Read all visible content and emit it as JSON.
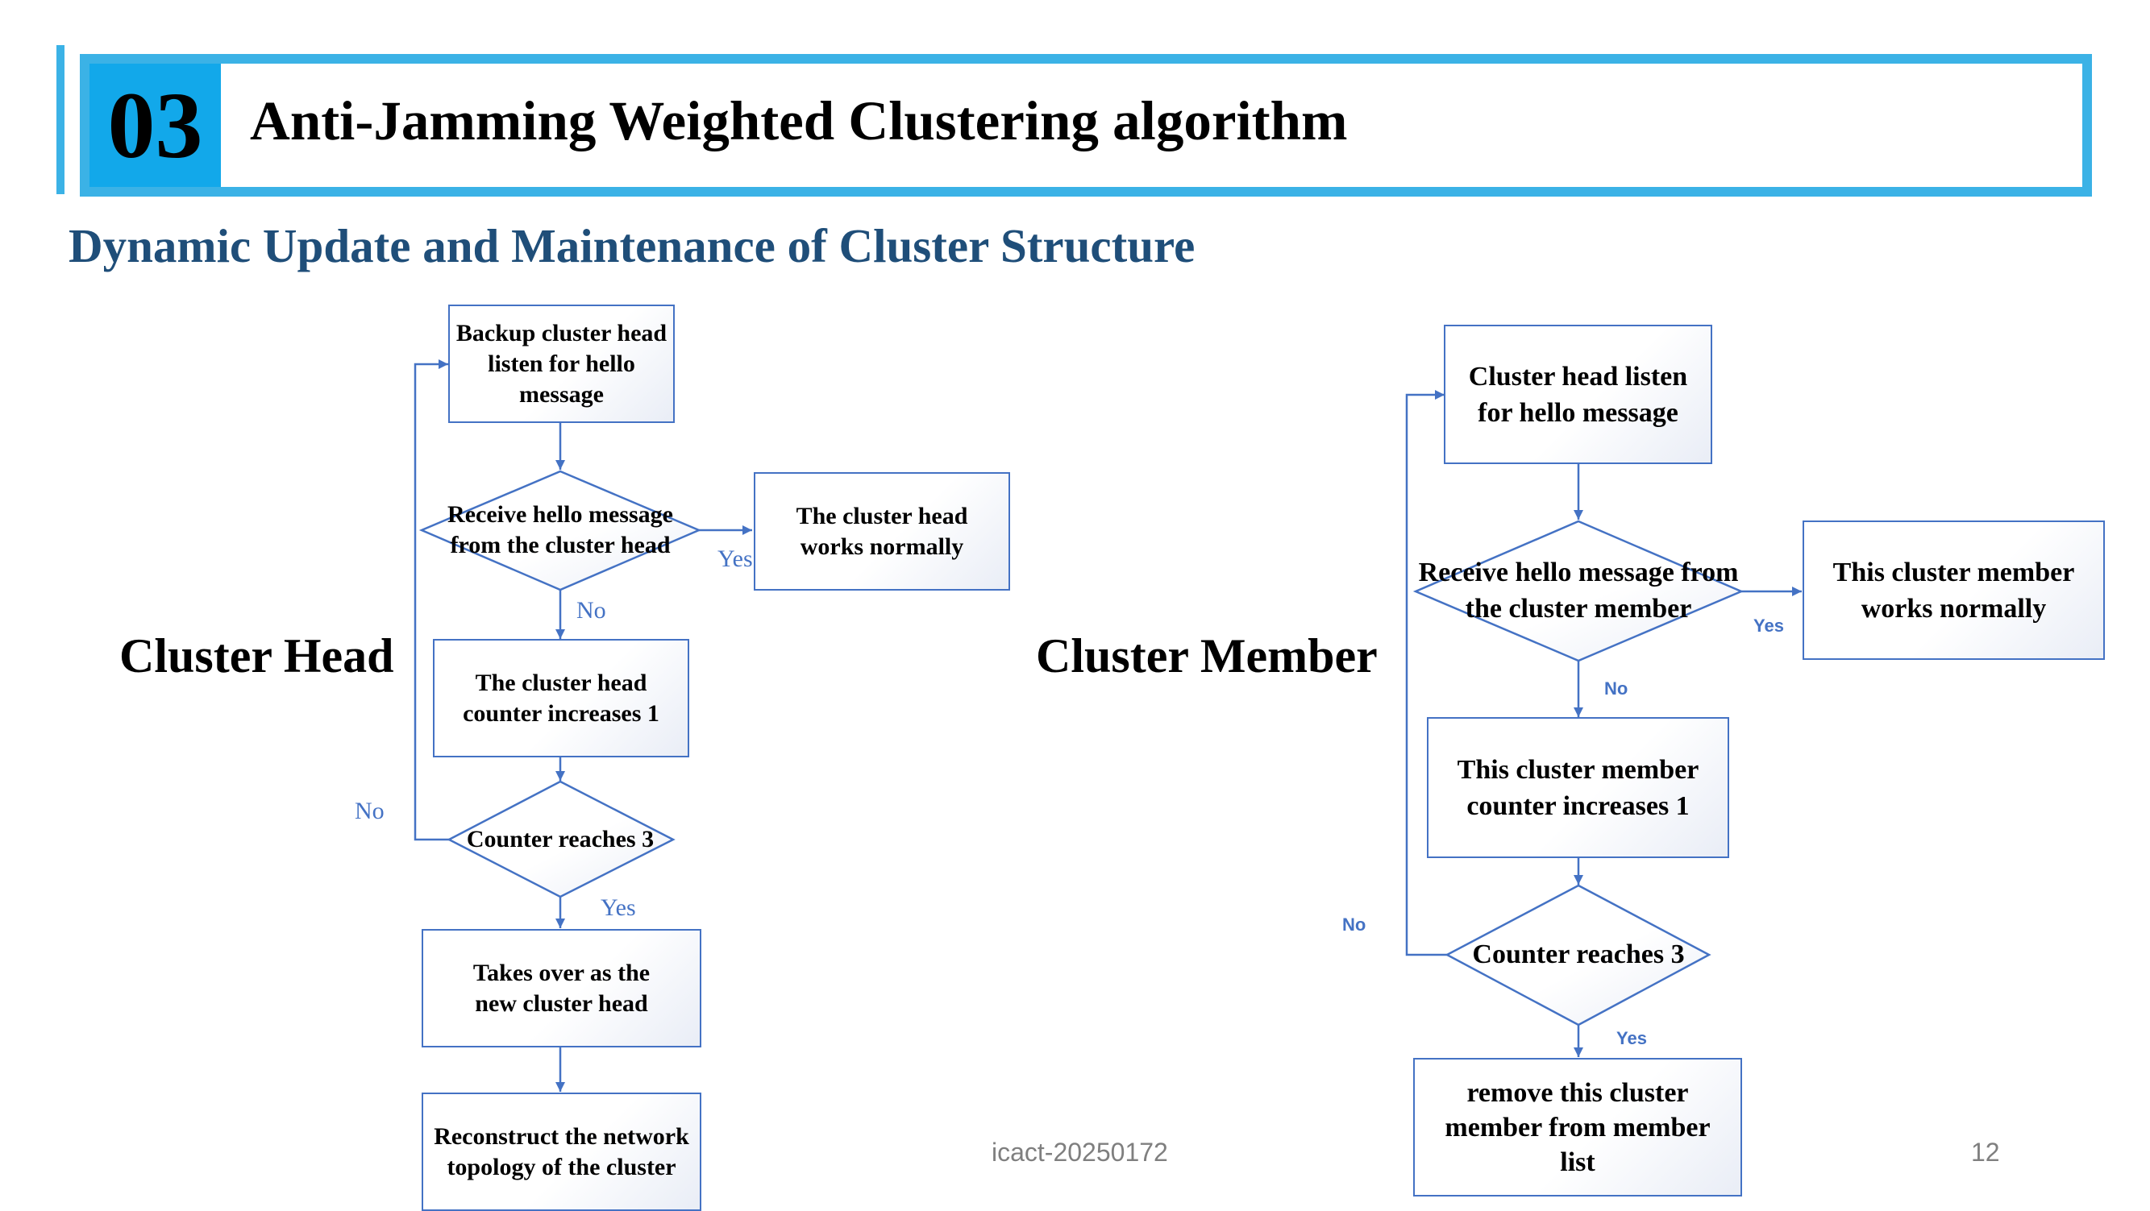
{
  "header": {
    "number": "03",
    "title": "Anti-Jamming Weighted Clustering algorithm",
    "accent_color": "#3bb2e6",
    "number_bg_color": "#12a8ea"
  },
  "subtitle": "Dynamic Update and Maintenance of Cluster Structure",
  "cluster_head": {
    "title": "Cluster Head",
    "nodes": {
      "backup_listen": "Backup cluster head listen for hello message",
      "receive_hello": "Receive hello message from the cluster head",
      "works_normally": "The cluster head works normally",
      "counter_increase": "The cluster head counter increases  1",
      "counter_reaches": "Counter reaches 3",
      "takes_over": "Takes over as the new cluster head",
      "reconstruct": "Reconstruct the network topology of the cluster"
    },
    "edge_labels": {
      "yes_receive": "Yes",
      "no_receive": "No",
      "no_counter": "No",
      "yes_counter": "Yes"
    }
  },
  "cluster_member": {
    "title": "Cluster Member",
    "nodes": {
      "head_listen": "Cluster head listen for hello message",
      "receive_hello": "Receive hello message from the cluster member",
      "works_normally": "This cluster member works normally",
      "counter_increase": "This cluster member counter increases  1",
      "counter_reaches": "Counter reaches 3",
      "remove_member": "remove  this cluster member from member list"
    },
    "edge_labels": {
      "yes_receive": "Yes",
      "no_receive": "No",
      "no_counter": "No",
      "yes_counter": "Yes"
    }
  },
  "footer": {
    "conference_id": "icact-20250172",
    "page_number": "12"
  },
  "colors": {
    "diagram_line": "#4472c4",
    "subtitle": "#1f4e79",
    "footer_text": "#7f7f7f"
  }
}
